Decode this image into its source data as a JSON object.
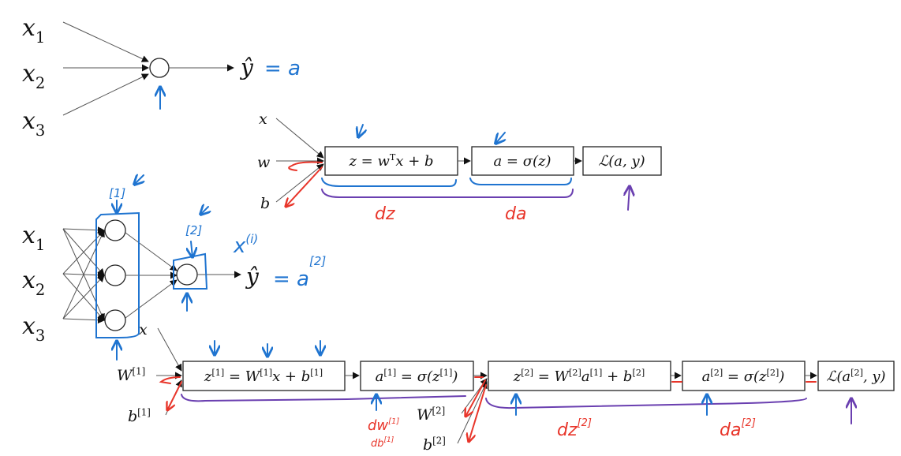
{
  "colors": {
    "ink": "#111111",
    "annotation_blue": "#1f74d0",
    "annotation_red": "#e8352a",
    "annotation_purple": "#6a3fb0"
  },
  "logistic_net": {
    "inputs": [
      [
        {
          "t": "x"
        },
        {
          "t": "1",
          "sub": true
        }
      ],
      [
        {
          "t": "x"
        },
        {
          "t": "2",
          "sub": true
        }
      ],
      [
        {
          "t": "x"
        },
        {
          "t": "3",
          "sub": true
        }
      ]
    ],
    "output": [
      {
        "t": "ŷ"
      }
    ],
    "annotation": "= a"
  },
  "logistic_graph": {
    "inputs": [
      "x",
      "w",
      "b"
    ],
    "boxes": [
      [
        {
          "t": "z = w"
        },
        {
          "t": "T",
          "sup": true
        },
        {
          "t": "x + b"
        }
      ],
      [
        {
          "t": "a = σ(z)"
        }
      ],
      [
        {
          "t": "ℒ(a, y)"
        }
      ]
    ],
    "annotations": {
      "dz": "dz",
      "da": "da"
    }
  },
  "two_layer_net": {
    "inputs": [
      [
        {
          "t": "x"
        },
        {
          "t": "1",
          "sub": true
        }
      ],
      [
        {
          "t": "x"
        },
        {
          "t": "2",
          "sub": true
        }
      ],
      [
        {
          "t": "x"
        },
        {
          "t": "3",
          "sub": true
        }
      ]
    ],
    "output": [
      {
        "t": "ŷ"
      }
    ],
    "annotations": {
      "layer1": "[1]",
      "layer2": "[2]",
      "example": "x",
      "example_sup": "(i)",
      "output_eq": "= a",
      "output_sup": "[2]"
    }
  },
  "two_layer_graph": {
    "input_x": "x",
    "params1": [
      [
        {
          "t": "W"
        },
        {
          "t": "[1]",
          "sup": true
        }
      ],
      [
        {
          "t": "b"
        },
        {
          "t": "[1]",
          "sup": true
        }
      ]
    ],
    "params2": [
      [
        {
          "t": "W"
        },
        {
          "t": "[2]",
          "sup": true
        }
      ],
      [
        {
          "t": "b"
        },
        {
          "t": "[2]",
          "sup": true
        }
      ]
    ],
    "boxes": [
      [
        {
          "t": "z"
        },
        {
          "t": "[1]",
          "sup": true
        },
        {
          "t": " = W"
        },
        {
          "t": "[1]",
          "sup": true
        },
        {
          "t": "x + b"
        },
        {
          "t": "[1]",
          "sup": true
        }
      ],
      [
        {
          "t": "a"
        },
        {
          "t": "[1]",
          "sup": true
        },
        {
          "t": " = σ(z"
        },
        {
          "t": "[1]",
          "sup": true
        },
        {
          "t": ")"
        }
      ],
      [
        {
          "t": "z"
        },
        {
          "t": "[2]",
          "sup": true
        },
        {
          "t": " = W"
        },
        {
          "t": "[2]",
          "sup": true
        },
        {
          "t": "a"
        },
        {
          "t": "[1]",
          "sup": true
        },
        {
          "t": " + b"
        },
        {
          "t": "[2]",
          "sup": true
        }
      ],
      [
        {
          "t": "a"
        },
        {
          "t": "[2]",
          "sup": true
        },
        {
          "t": " = σ(z"
        },
        {
          "t": "[2]",
          "sup": true
        },
        {
          "t": ")"
        }
      ],
      [
        {
          "t": "ℒ(a"
        },
        {
          "t": "[2]",
          "sup": true
        },
        {
          "t": ", y)"
        }
      ]
    ],
    "annotations": {
      "dw": "dw",
      "dw_sup": "[1]",
      "db": "db",
      "db_sup": "[1]",
      "dz": "dz",
      "dz_sup": "[2]",
      "da": "da",
      "da_sup": "[2]"
    }
  }
}
